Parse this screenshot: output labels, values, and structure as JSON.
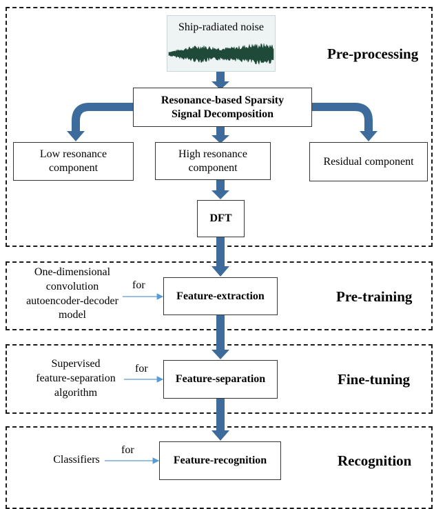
{
  "colors": {
    "arrow": "#3d6c9c",
    "thin_arrow": "#5b9bd5",
    "waveform": "#1f4a3a",
    "dash": "#1a1a1a"
  },
  "sections": {
    "preprocessing": "Pre-processing",
    "pretraining": "Pre-training",
    "finetuning": "Fine-tuning",
    "recognition": "Recognition"
  },
  "input": {
    "title": "Ship-radiated noise"
  },
  "rssd": {
    "line1": "Resonance-based Sparsity",
    "line2": "Signal Decomposition"
  },
  "components": {
    "low": {
      "line1": "Low resonance",
      "line2": "component"
    },
    "high": {
      "line1": "High resonance",
      "line2": "component"
    },
    "residual": "Residual component"
  },
  "dft": "DFT",
  "feature_extraction": {
    "box": "Feature-extraction",
    "source": [
      "One-dimensional",
      "convolution",
      "autoencoder-decoder",
      "model"
    ],
    "connector": "for"
  },
  "feature_separation": {
    "box": "Feature-separation",
    "source": [
      "Supervised",
      "feature-separation",
      "algorithm"
    ],
    "connector": "for"
  },
  "feature_recognition": {
    "box": "Feature-recognition",
    "source": [
      "Classifiers"
    ],
    "connector": "for"
  }
}
